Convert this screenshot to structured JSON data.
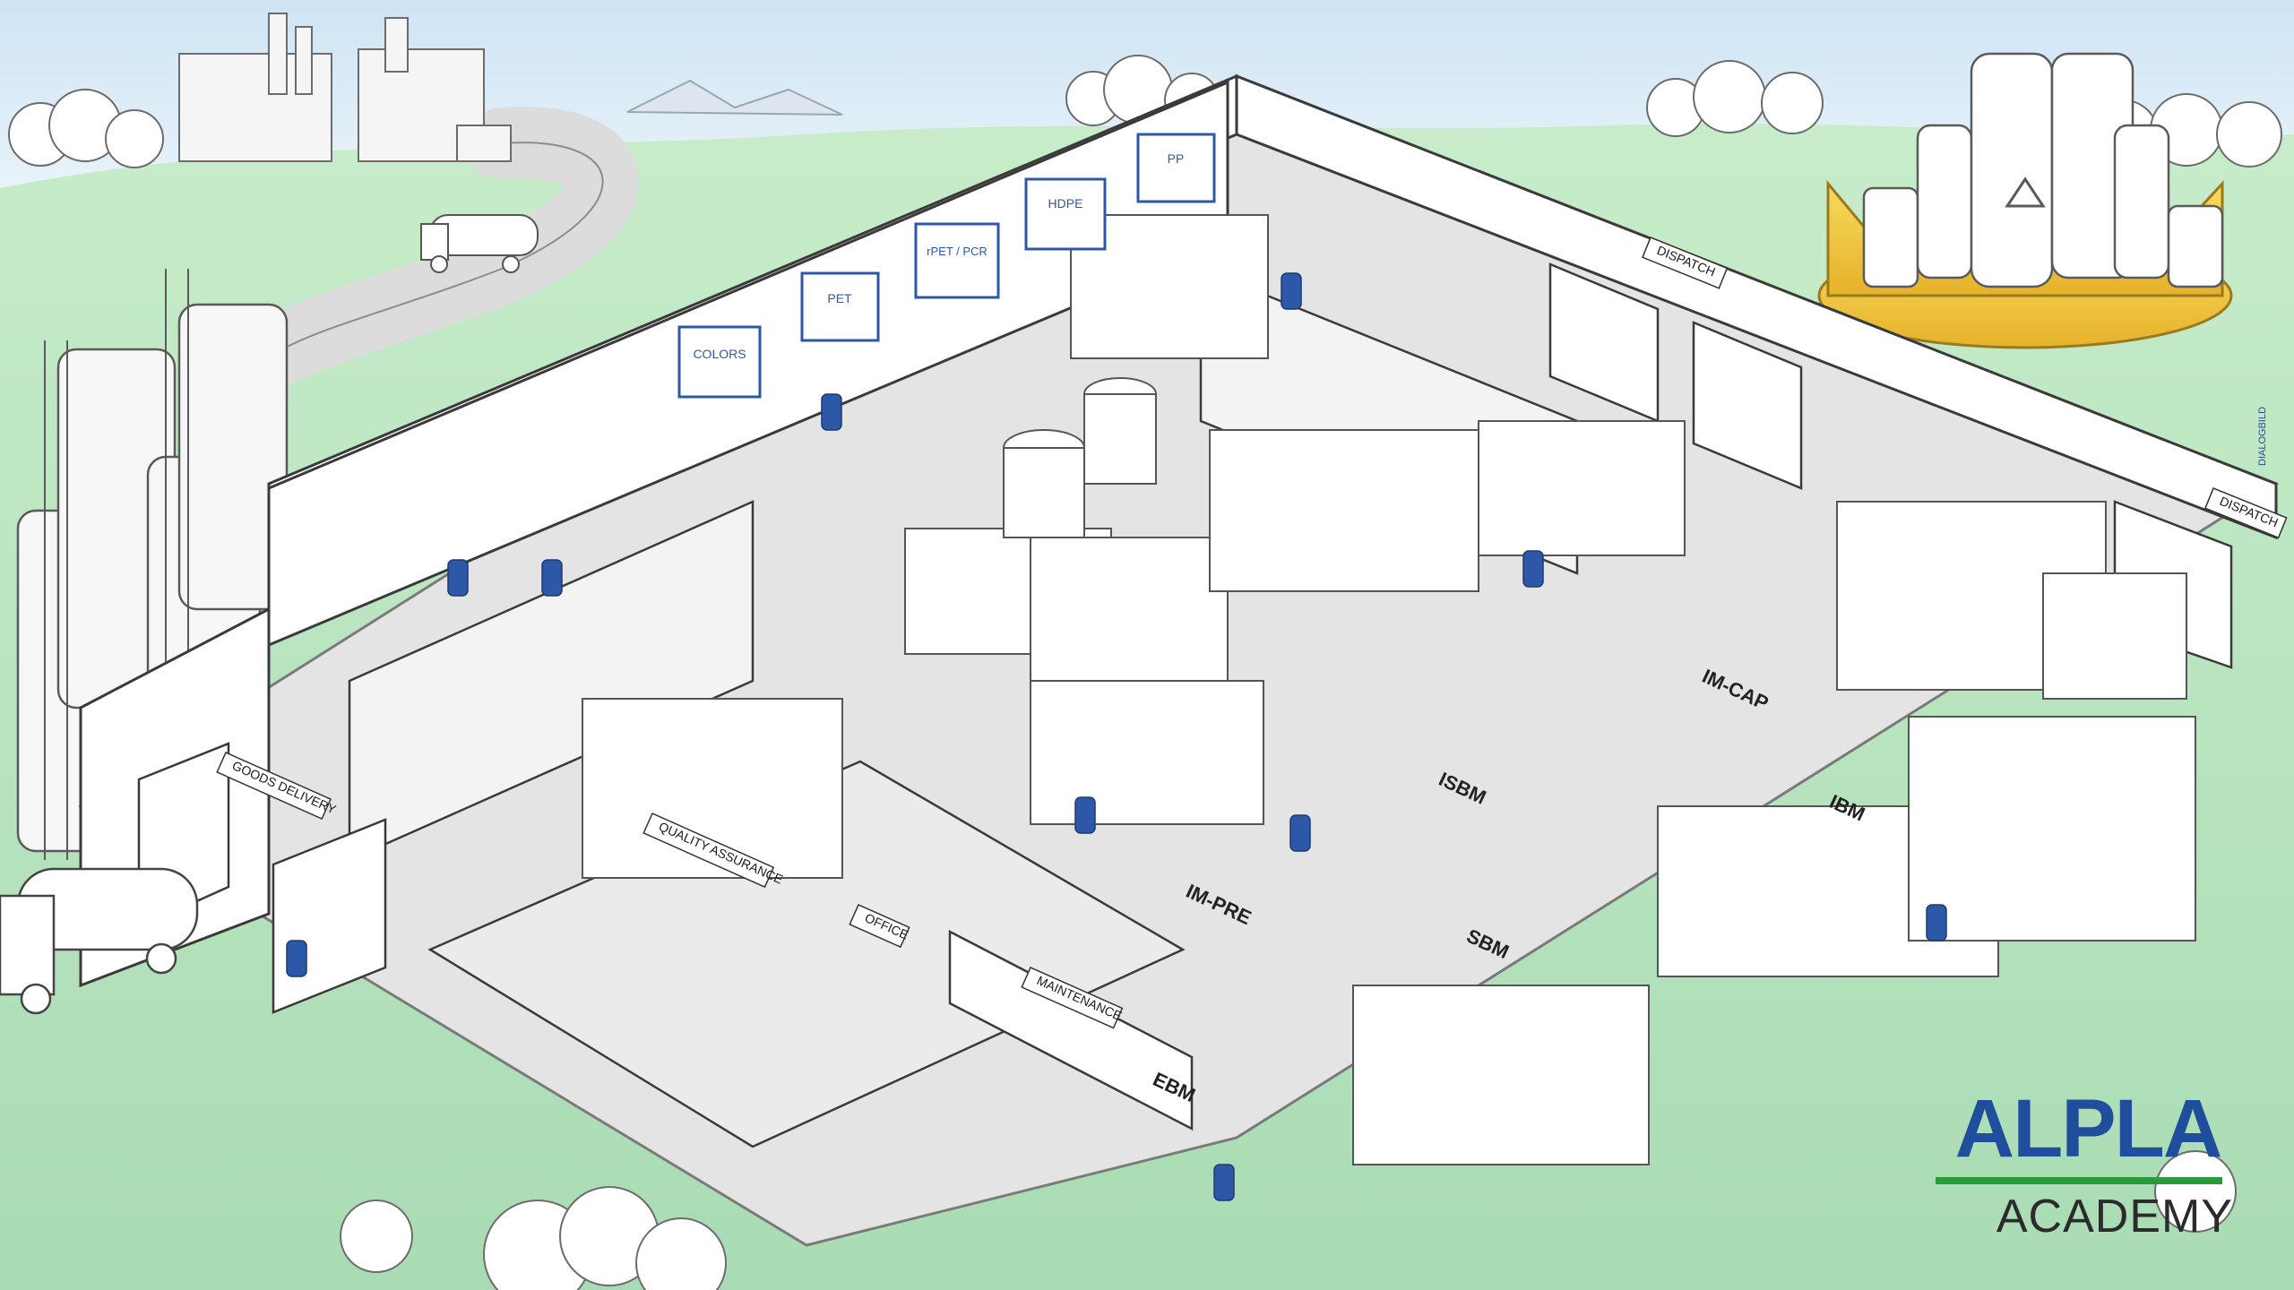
{
  "zones": {
    "goods_delivery": "GOODS DELIVERY",
    "quality_assurance": "QUALITY ASSURANCE",
    "office": "OFFICE",
    "maintenance": "MAINTENANCE",
    "dispatch_1": "DISPATCH",
    "dispatch_2": "DISPATCH"
  },
  "material_signs": [
    "COLORS",
    "PET",
    "rPET / PCR",
    "HDPE",
    "PP"
  ],
  "floor_labels": [
    "IM-CAP",
    "ISBM",
    "IBM",
    "IM-PRE",
    "SBM",
    "EBM"
  ],
  "brand": {
    "logo": "ALPLA",
    "sub": "ACADEMY",
    "credit": "DIALOGBILD"
  },
  "colors": {
    "brand_blue": "#1f4e9c",
    "brand_green": "#2a9a3a",
    "sky": "#dbeaf6",
    "grass": "#bfe3c4",
    "floor": "#e4e4e4",
    "crown_gold": "#f2c94c",
    "sign_blue": "#2d58a8"
  }
}
